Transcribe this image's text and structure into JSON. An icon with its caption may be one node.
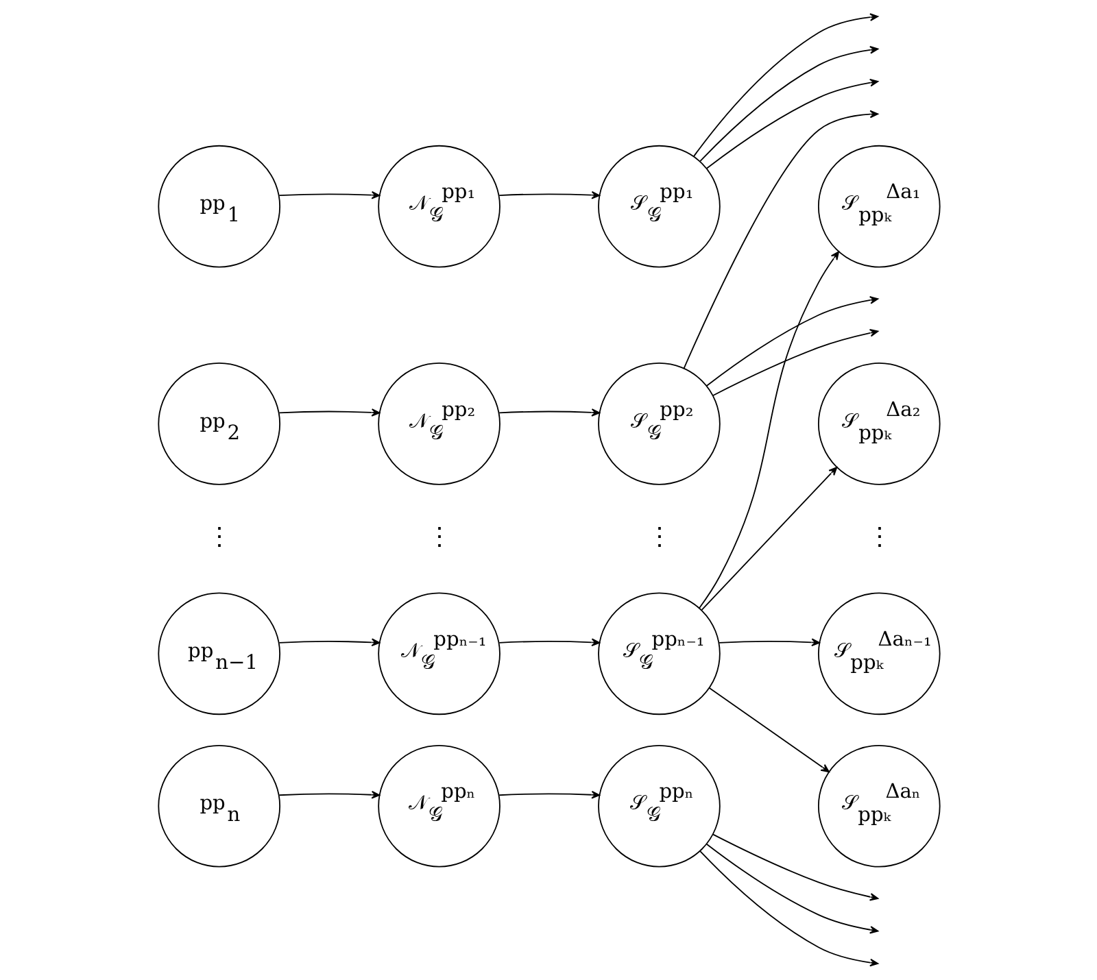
{
  "diagram": {
    "nodes": [
      {
        "text": [
          "pp$_{1}$"
        ]
      },
      {
        "text": [
          "𝒩$_{𝒢}$$^{pp₁}$"
        ]
      },
      {
        "text": [
          "𝒮$_{𝒢}$$^{pp₁}$"
        ]
      },
      {
        "text": [
          "𝒮$_{ppₖ}$$^{Δa₁}$"
        ]
      },
      {
        "text": [
          "pp$_{2}$"
        ]
      },
      {
        "text": [
          "𝒩$_{𝒢}$$^{pp₂}$"
        ]
      },
      {
        "text": [
          "𝒮$_{𝒢}$$^{pp₂}$"
        ]
      },
      {
        "text": [
          "𝒮$_{ppₖ}$$^{Δa₂}$"
        ]
      },
      {
        "text": [
          "pp$_{n−1}$"
        ]
      },
      {
        "text": [
          "𝒩$_{𝒢}$$^{ppₙ₋₁}$"
        ]
      },
      {
        "text": [
          "𝒮$_{𝒢}$$^{ppₙ₋₁}$"
        ]
      },
      {
        "text": [
          "𝒮$_{ppₖ}$$^{Δaₙ₋₁}$"
        ]
      },
      {
        "text": [
          "pp$_{n}$"
        ]
      },
      {
        "text": [
          "𝒩$_{𝒢}$$^{ppₙ}$"
        ]
      },
      {
        "text": [
          "𝒮$_{𝒢}$$^{ppₙ}$"
        ]
      },
      {
        "text": [
          "𝒮$_{ppₖ}$$^{Δaₙ}$"
        ]
      }
    ],
    "edges": [
      {
        "from": 0,
        "to": 1,
        "arrow": "to"
      },
      {
        "from": 1,
        "to": 2,
        "arrow": "to"
      },
      {
        "from": 2,
        "to": null,
        "arrow": "to"
      },
      {
        "from": 2,
        "to": null,
        "arrow": "to"
      },
      {
        "from": 2,
        "to": null,
        "arrow": "to"
      },
      {
        "from": 4,
        "to": 5,
        "arrow": "to"
      },
      {
        "from": 5,
        "to": 6,
        "arrow": "to"
      },
      {
        "from": 6,
        "to": null,
        "arrow": "to"
      },
      {
        "from": 6,
        "to": null,
        "arrow": "to"
      },
      {
        "from": 6,
        "to": null,
        "arrow": "to"
      },
      {
        "from": 8,
        "to": 9,
        "arrow": "to"
      },
      {
        "from": 9,
        "to": 10,
        "arrow": "to"
      },
      {
        "from": 10,
        "to": 3,
        "arrow": "to"
      },
      {
        "from": 10,
        "to": 7,
        "arrow": "to"
      },
      {
        "from": 10,
        "to": 11,
        "arrow": "to"
      },
      {
        "from": 10,
        "to": 15,
        "arrow": "to"
      },
      {
        "from": 12,
        "to": 13,
        "arrow": "to"
      },
      {
        "from": 13,
        "to": 14,
        "arrow": "to"
      },
      {
        "from": 14,
        "to": null,
        "arrow": "to"
      },
      {
        "from": 14,
        "to": null,
        "arrow": "to"
      },
      {
        "from": 14,
        "to": null,
        "arrow": "to"
      }
    ],
    "labels": [
      "⋮",
      "⋮",
      "⋮",
      "⋮"
    ]
  }
}
